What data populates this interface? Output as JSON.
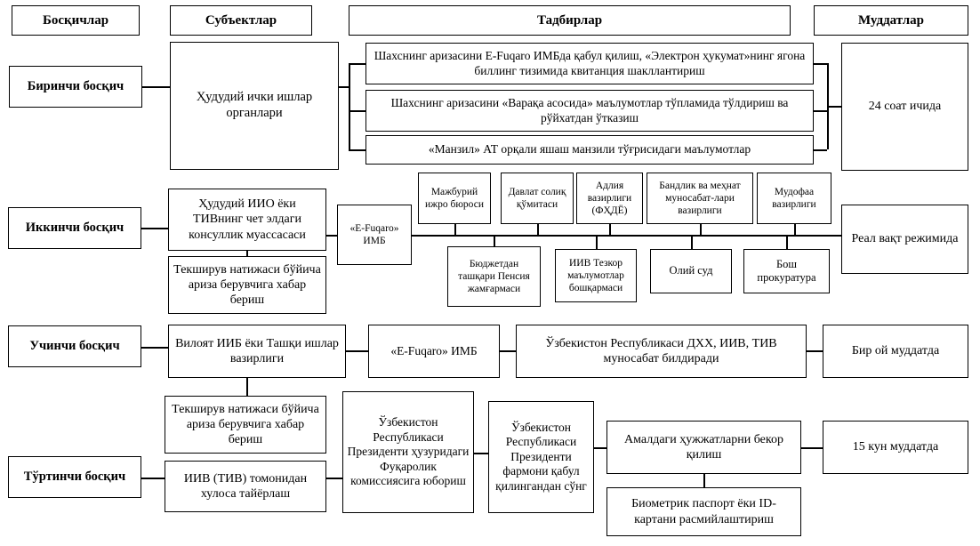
{
  "diagram": {
    "title_columns": [
      {
        "id": "col-stages",
        "label": "Босқичлар"
      },
      {
        "id": "col-subjects",
        "label": "Субъектлар"
      },
      {
        "id": "col-measures",
        "label": "Тадбирлар"
      },
      {
        "id": "col-terms",
        "label": "Муддатлар"
      }
    ],
    "stages": [
      {
        "id": "stage-1",
        "label": "Биринчи босқич"
      },
      {
        "id": "stage-2",
        "label": "Иккинчи босқич"
      },
      {
        "id": "stage-3",
        "label": "Учинчи босқич"
      },
      {
        "id": "stage-4",
        "label": "Тўртинчи босқич"
      }
    ],
    "subjects": {
      "s1_body": "Ҳудудий ички ишлар органлари",
      "s2_body": "Ҳудудий ИИО ёки ТИВнинг чет элдаги консуллик муассасаси",
      "s2_notify": "Текширув натижаси бўйича ариза берувчига хабар бериш",
      "s3_body": "Вилоят ИИБ ёки Ташқи ишлар вазирлиги",
      "s4_notify": "Текширув натижаси бўйича ариза берувчига хабар бериш",
      "s4_body": "ИИВ (ТИВ) томонидан хулоса тайёрлаш"
    },
    "measures": {
      "m1_1": "Шахснинг аризасини E-Fuqaro ИМБда қабул қилиш, «Электрон ҳукумат»нинг ягона биллинг тизимида квитанция шакллантириш",
      "m1_2": "Шахснинг аризасини «Варақа асосида» маълумотлар тўпламида тўлдириш ва рўйхатдан ўтказиш",
      "m1_3": "«Манзил» АТ орқали яшаш манзили тўғрисидаги маълумотлар",
      "m2_hub": "«E-Fuqaro» ИМБ",
      "m2_agencies_top": [
        "Мажбурий ижро бюроси",
        "Давлат солиқ қўмитаси",
        "Адлия вазирлиги (ФҲДЁ)",
        "Бандлик ва меҳнат муносабат-лари вазирлиги",
        "Мудофаа вазирлиги"
      ],
      "m2_agencies_bottom": [
        "Бюджетдан ташқари Пенсия жамғармаси",
        "ИИВ Тезкор маълумотлар бошқармаси",
        "Олий суд",
        "Бош прокуратура"
      ],
      "m3_hub": "«E-Fuqaro» ИМБ",
      "m3_body": "Ўзбекистон Республикаси ДХХ, ИИВ, ТИВ муносабат билдиради",
      "m4_commission": "Ўзбекистон Республикаси Президенти ҳузуридаги Фуқаролик комиссиясига юбориш",
      "m4_decree": "Ўзбекистон Республикаси Президенти фармони қабул қилингандан сўнг",
      "m4_cancel": "Амалдаги ҳужжатларни бекор қилиш",
      "m4_issue": "Биометрик паспорт ёки ID-картани расмийлаштириш"
    },
    "terms": {
      "t1": "24 соат ичида",
      "t2": "Реал вақт режимида",
      "t3": "Бир ой муддатда",
      "t4": "15 кун муддатда"
    },
    "colors": {
      "line": "#000000",
      "background": "#ffffff",
      "text": "#000000"
    }
  }
}
